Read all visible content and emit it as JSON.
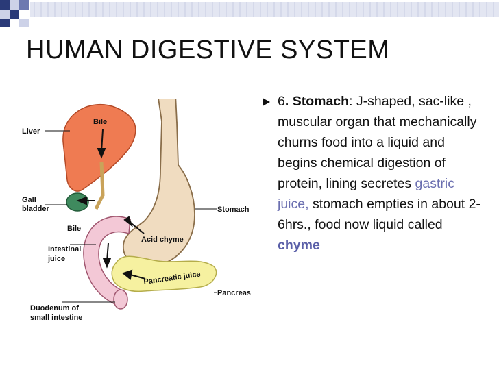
{
  "title": "HUMAN DIGESTIVE SYSTEM",
  "colors": {
    "banner_dark": "#2a3a78",
    "banner_light": "#e3e6f2",
    "liver": "#ef7b52",
    "gallbladder": "#3f8a5e",
    "stomach": "#f0dcc0",
    "pancreas": "#f6f1a0",
    "duodenum": "#f3c8d6",
    "highlight_text": "#6b6fb0"
  },
  "diagram": {
    "labels": {
      "liver": "Liver",
      "bile_top": "Bile",
      "gall_bladder_1": "Gall",
      "gall_bladder_2": "bladder",
      "bile_bottom": "Bile",
      "intestinal_juice_1": "Intestinal",
      "intestinal_juice_2": "juice",
      "acid_chyme": "Acid chyme",
      "stomach": "Stomach",
      "pancreatic_juice": "Pancreatic juice",
      "pancreas": "Pancreas",
      "duodenum_1": "Duodenum of",
      "duodenum_2": "small intestine"
    }
  },
  "bullet": {
    "number": "6",
    "dot": ".",
    "term": " Stomach",
    "text1": ": J-shaped, sac-like , muscular organ that mechanically churns food into a liquid and begins chemical digestion of protein, lining secretes ",
    "highlight": "gastric juice,",
    "text2": " stomach empties in about 2-6hrs., food now liquid called ",
    "final_term": "chyme"
  }
}
